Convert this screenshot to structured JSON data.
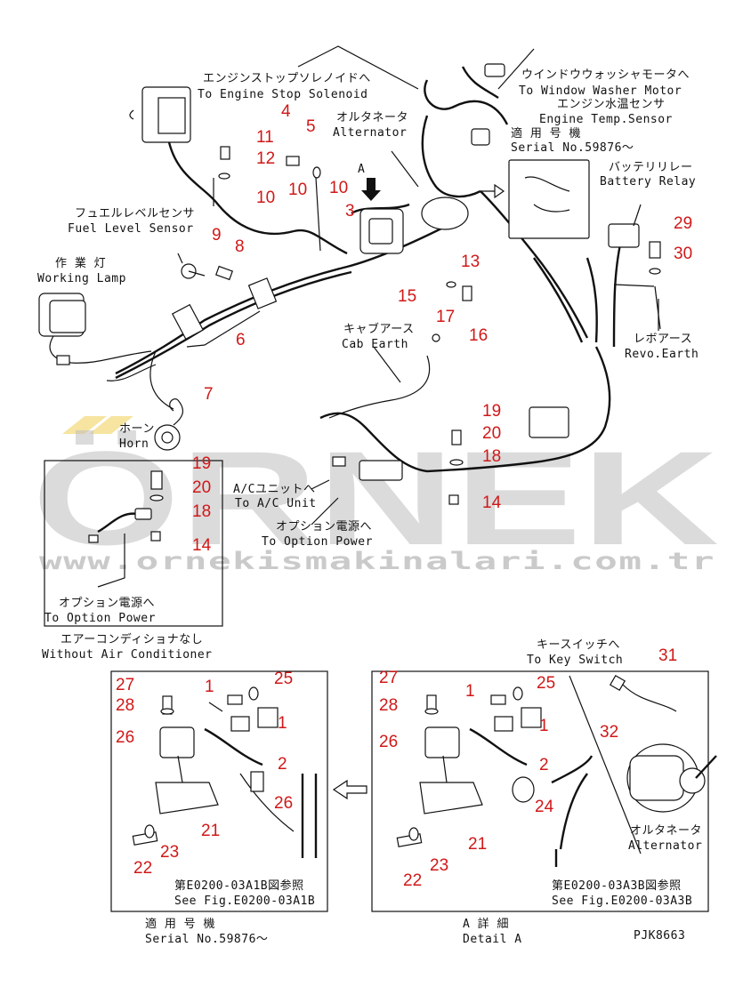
{
  "labels": {
    "stop_jp": "エンジンストップソレノイドへ",
    "stop_en": "To Engine Stop Solenoid",
    "alt_jp": "オルタネータ",
    "alt_en": "Alternator",
    "washer_jp": "ウインドウウォッシャモータへ",
    "washer_en": "To Window Washer Motor",
    "temp_jp": "エンジン水温センサ",
    "temp_en": "Engine Temp.Sensor",
    "serial_jp": "適 用 号 機",
    "serial_en": "Serial No.59876～",
    "relay_jp": "バッテリリレー",
    "relay_en": "Battery Relay",
    "fuel_jp": "フュエルレベルセンサ",
    "fuel_en": "Fuel Level Sensor",
    "lamp_jp": "作 業 灯",
    "lamp_en": "Working Lamp",
    "cab_jp": "キャブアース",
    "cab_en": "Cab Earth",
    "revo_jp": "レボアース",
    "revo_en": "Revo.Earth",
    "horn_jp": "ホーン",
    "horn_en": "Horn",
    "ac_jp": "A/Cユニットへ",
    "ac_en": "To A/C Unit",
    "option_jp": "オプション電源へ",
    "option_en": "To Option Power",
    "option2_jp": "オプション電源へ",
    "option2_en": "To Option Power",
    "noac_jp": "エアーコンディショナなし",
    "noac_en": "Without Air Conditioner",
    "key_jp": "キースイッチへ",
    "key_en": "To Key Switch",
    "alt2_jp": "オルタネータ",
    "alt2_en": "Alternator",
    "fig1_jp": "第E0200-03A1B図参照",
    "fig1_en": "See Fig.E0200-03A1B",
    "fig2_jp": "第E0200-03A3B図参照",
    "fig2_en": "See Fig.E0200-03A3B",
    "serial2_jp": "適 用 号 機",
    "serial2_en": "Serial No.59876～",
    "detail_jp": "A 詳 細",
    "detail_en": "Detail A",
    "code": "PJK8663",
    "letter_a": "A"
  },
  "numbers": {
    "n4": "4",
    "n5": "5",
    "n11": "11",
    "n12": "12",
    "n10a": "10",
    "n10b": "10",
    "n10c": "10",
    "n3": "3",
    "n9": "9",
    "n8": "8",
    "n13": "13",
    "n15": "15",
    "n17": "17",
    "n16": "16",
    "n29": "29",
    "n30": "30",
    "n6": "6",
    "n7": "7",
    "n19a": "19",
    "n20a": "20",
    "n18a": "18",
    "n14a": "14",
    "n19b": "19",
    "n20b": "20",
    "n18b": "18",
    "n14b": "14",
    "n27a": "27",
    "n28a": "28",
    "n26a": "26",
    "n1a": "1",
    "n25a": "25",
    "n1b": "1",
    "n2a": "2",
    "n26b": "26",
    "n21a": "21",
    "n23a": "23",
    "n22a": "22",
    "n27b": "27",
    "n28b": "28",
    "n26c": "26",
    "n1c": "1",
    "n25b": "25",
    "n1d": "1",
    "n2b": "2",
    "n24": "24",
    "n21b": "21",
    "n23b": "23",
    "n22b": "22",
    "n31": "31",
    "n32": "32"
  },
  "watermark": {
    "logo": "ÖRNEK",
    "url": "www.ornekismakinalari.com.tr"
  }
}
